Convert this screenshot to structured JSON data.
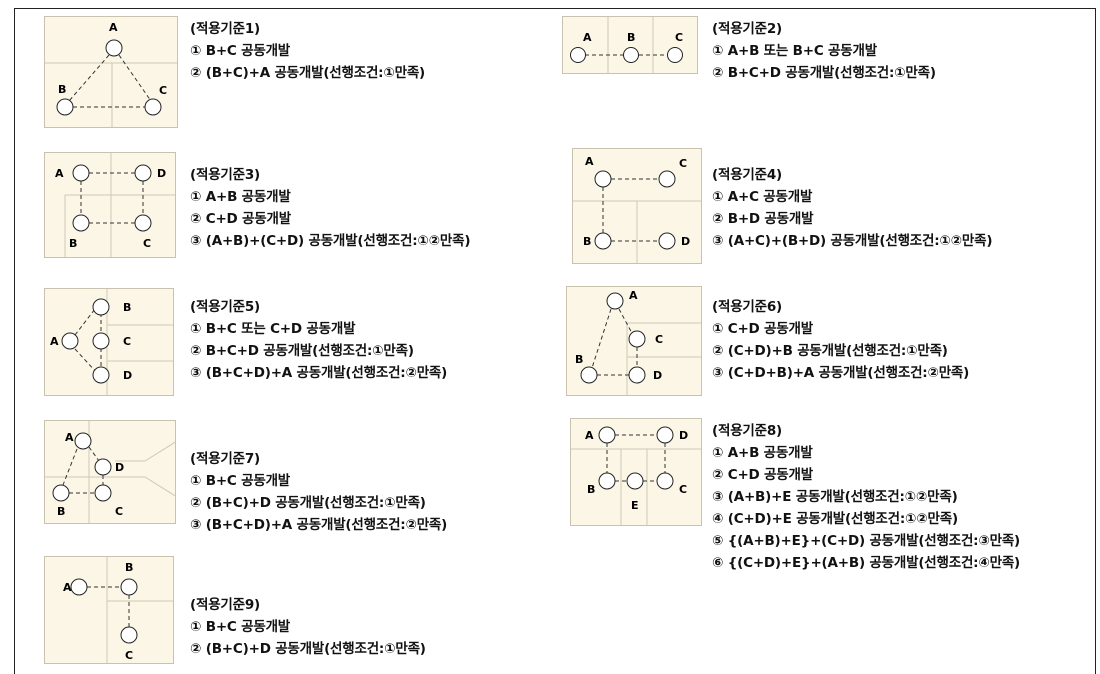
{
  "criteria": [
    {
      "title": "(적용기준1)",
      "items": [
        "① B+C 공동개발",
        "② (B+C)+A 공동개발(선행조건:①만족)"
      ]
    },
    {
      "title": "(적용기준2)",
      "items": [
        "① A+B 또는 B+C 공동개발",
        "② B+C+D 공동개발(선행조건:①만족)"
      ]
    },
    {
      "title": "(적용기준3)",
      "items": [
        "① A+B 공동개발",
        "② C+D 공동개발",
        "③ (A+B)+(C+D) 공동개발(선행조건:①②만족)"
      ]
    },
    {
      "title": "(적용기준4)",
      "items": [
        "① A+C 공동개발",
        "② B+D 공동개발",
        "③ (A+C)+(B+D) 공동개발(선행조건:①②만족)"
      ]
    },
    {
      "title": "(적용기준5)",
      "items": [
        "① B+C 또는 C+D 공동개발",
        "② B+C+D 공동개발(선행조건:①만족)",
        "③ (B+C+D)+A 공동개발(선행조건:②만족)"
      ]
    },
    {
      "title": "(적용기준6)",
      "items": [
        "① C+D 공동개발",
        "② (C+D)+B 공동개발(선행조건:①만족)",
        "③ (C+D+B)+A 공동개발(선행조건:②만족)"
      ]
    },
    {
      "title": "(적용기준7)",
      "items": [
        "① B+C 공동개발",
        "② (B+C)+D 공동개발(선행조건:①만족)",
        "③ (B+C+D)+A 공동개발(선행조건:②만족)"
      ]
    },
    {
      "title": "(적용기준8)",
      "items": [
        "① A+B 공동개발",
        "② C+D 공동개발",
        "③ (A+B)+E 공동개발(선행조건:①②만족)",
        "④ (C+D)+E 공동개발(선행조건:①②만족)",
        "⑤ {(A+B)+E}+(C+D) 공동개발(선행조건:③만족)",
        "⑥ {(C+D)+E}+(A+B) 공동개발(선행조건:④만족)"
      ]
    },
    {
      "title": "(적용기준9)",
      "items": [
        "① B+C 공동개발",
        "② (B+C)+D 공동개발(선행조건:①만족)"
      ]
    }
  ],
  "node_labels": {
    "a": "A",
    "b": "B",
    "c": "C",
    "d": "D",
    "e": "E"
  }
}
